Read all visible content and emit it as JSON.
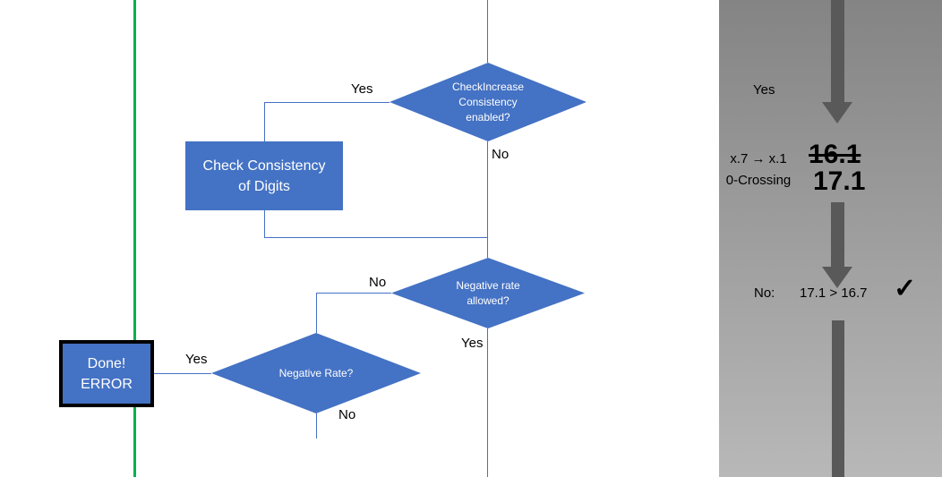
{
  "slide": {
    "flowchart": {
      "decision1": [
        "CheckIncrease",
        "Consistency",
        "enabled?"
      ],
      "decision1_yes": "Yes",
      "decision1_no": "No",
      "process1": [
        "Check Consistency",
        "of Digits"
      ],
      "decision2": [
        "Negative rate",
        "allowed?"
      ],
      "decision2_no": "No",
      "decision2_yes": "Yes",
      "decision3": "Negative Rate?",
      "decision3_yes": "Yes",
      "decision3_no": "No",
      "terminal": [
        "Done!",
        "ERROR"
      ]
    },
    "panel": {
      "yes_label": "Yes",
      "crossing": [
        "x.7 → x.1",
        "0-Crossing"
      ],
      "old_value": "16.1",
      "new_value": "17.1",
      "no_label": "No:",
      "comparison": "17.1 > 16.7",
      "check": "✓"
    },
    "colors": {
      "shape_fill": "#4472C4",
      "connector": "#4472C4",
      "divider_green": "#00B050",
      "arrow_gray": "#595959",
      "panel_gradient_top": "#848484",
      "panel_gradient_bottom": "#b8b8b8",
      "shape_text": "#ffffff",
      "label_text": "#000000"
    }
  }
}
